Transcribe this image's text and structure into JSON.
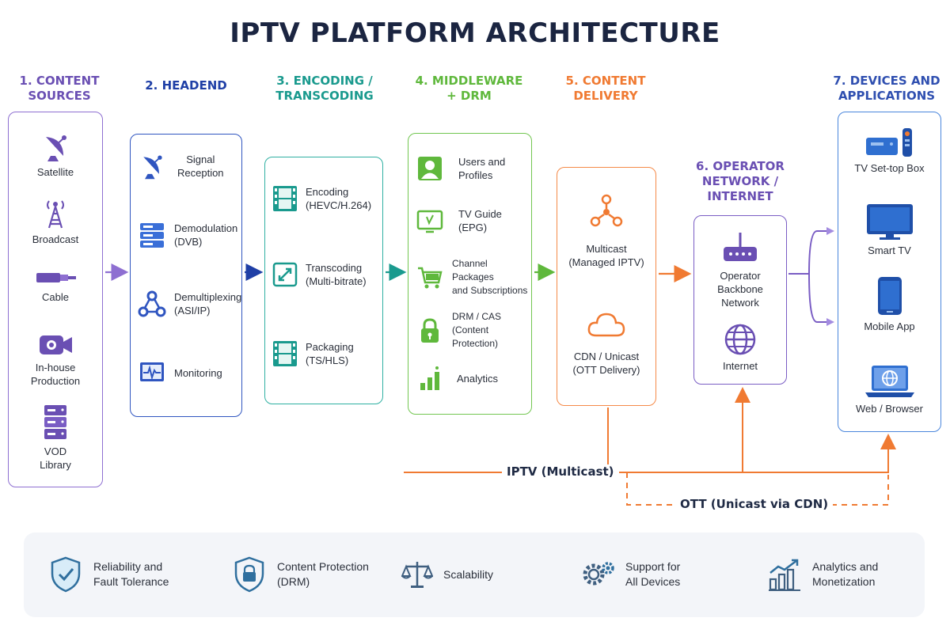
{
  "title": "IPTV PLATFORM ARCHITECTURE",
  "colors": {
    "sources": "#6a4fb3",
    "headend": "#1f3fa6",
    "encoding": "#1a9a8e",
    "middleware": "#5fb83c",
    "delivery": "#f07a32",
    "network": "#6a4fb3",
    "devices": "#2f6fd0"
  },
  "columns": {
    "sources": {
      "heading": [
        "1. CONTENT",
        "SOURCES"
      ],
      "items": [
        {
          "icon": "satellite-dish-icon",
          "label": [
            "Satellite"
          ]
        },
        {
          "icon": "broadcast-tower-icon",
          "label": [
            "Broadcast"
          ]
        },
        {
          "icon": "cable-connector-icon",
          "label": [
            "Cable"
          ]
        },
        {
          "icon": "video-camera-icon",
          "label": [
            "In-house",
            "Production"
          ]
        },
        {
          "icon": "server-rack-icon",
          "label": [
            "VOD",
            "Library"
          ]
        }
      ]
    },
    "headend": {
      "heading": [
        "2. HEADEND"
      ],
      "items": [
        {
          "icon": "satellite-dish-icon",
          "label": [
            "Signal",
            "Reception"
          ]
        },
        {
          "icon": "server-icon",
          "label": [
            "Demodulation",
            "(DVB)"
          ]
        },
        {
          "icon": "network-nodes-icon",
          "label": [
            "Demultiplexing",
            "(ASI/IP)"
          ]
        },
        {
          "icon": "monitoring-icon",
          "label": [
            "Monitoring"
          ]
        }
      ]
    },
    "encoding": {
      "heading": [
        "3. ENCODING /",
        "TRANSCODING"
      ],
      "items": [
        {
          "icon": "film-strip-icon",
          "label": [
            "Encoding",
            "(HEVC/H.264)"
          ]
        },
        {
          "icon": "resize-arrows-icon",
          "label": [
            "Transcoding",
            "(Multi-bitrate)"
          ]
        },
        {
          "icon": "film-strip-icon",
          "label": [
            "Packaging",
            "(TS/HLS)"
          ]
        }
      ]
    },
    "middleware": {
      "heading": [
        "4. MIDDLEWARE",
        "+ DRM"
      ],
      "items": [
        {
          "icon": "user-profile-icon",
          "label": [
            "Users and",
            "Profiles"
          ]
        },
        {
          "icon": "tv-guide-icon",
          "label": [
            "TV Guide (EPG)"
          ]
        },
        {
          "icon": "shopping-cart-icon",
          "label": [
            "Channel Packages",
            "and Subscriptions"
          ]
        },
        {
          "icon": "lock-icon",
          "label": [
            "DRM / CAS",
            "(Content Protection)"
          ]
        },
        {
          "icon": "bar-chart-icon",
          "label": [
            "Analytics"
          ]
        }
      ]
    },
    "delivery": {
      "heading": [
        "5. CONTENT",
        "DELIVERY"
      ],
      "items": [
        {
          "icon": "multicast-nodes-icon",
          "label": [
            "Multicast",
            "(Managed IPTV)"
          ]
        },
        {
          "icon": "cloud-icon",
          "label": [
            "CDN / Unicast",
            "(OTT Delivery)"
          ]
        }
      ]
    },
    "network": {
      "heading": [
        "6. OPERATOR",
        "NETWORK /",
        "INTERNET"
      ],
      "items": [
        {
          "icon": "router-icon",
          "label": [
            "Operator",
            "Backbone",
            "Network"
          ]
        },
        {
          "icon": "globe-icon",
          "label": [
            "Internet"
          ]
        }
      ]
    },
    "devices": {
      "heading": [
        "7. DEVICES AND",
        "APPLICATIONS"
      ],
      "items": [
        {
          "icon": "set-top-box-icon",
          "label": [
            "TV Set-top Box"
          ]
        },
        {
          "icon": "smart-tv-icon",
          "label": [
            "Smart TV"
          ]
        },
        {
          "icon": "mobile-phone-icon",
          "label": [
            "Mobile App"
          ]
        },
        {
          "icon": "laptop-browser-icon",
          "label": [
            "Web / Browser"
          ]
        }
      ]
    }
  },
  "flows": {
    "iptv": "IPTV (Multicast)",
    "ott": "OTT (Unicast via CDN)"
  },
  "benefits": [
    {
      "icon": "shield-check-icon",
      "label": [
        "Reliability and",
        "Fault Tolerance"
      ]
    },
    {
      "icon": "shield-lock-icon",
      "label": [
        "Content Protection",
        "(DRM)"
      ]
    },
    {
      "icon": "balance-scale-icon",
      "label": [
        "Scalability"
      ]
    },
    {
      "icon": "gears-icon",
      "label": [
        "Support for",
        "All Devices"
      ]
    },
    {
      "icon": "growth-chart-icon",
      "label": [
        "Analytics and",
        "Monetization"
      ]
    }
  ]
}
